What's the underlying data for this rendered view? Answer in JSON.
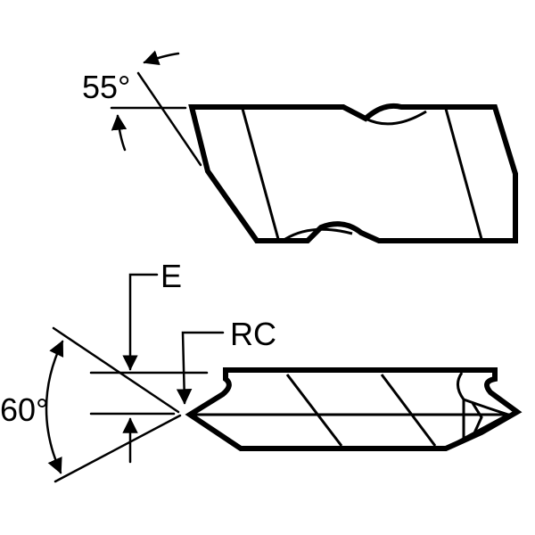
{
  "labels": {
    "angle_top": "55°",
    "angle_left": "60°",
    "dim_e": "E",
    "dim_rc": "RC"
  },
  "colors": {
    "line": "#000000",
    "background": "#ffffff"
  }
}
